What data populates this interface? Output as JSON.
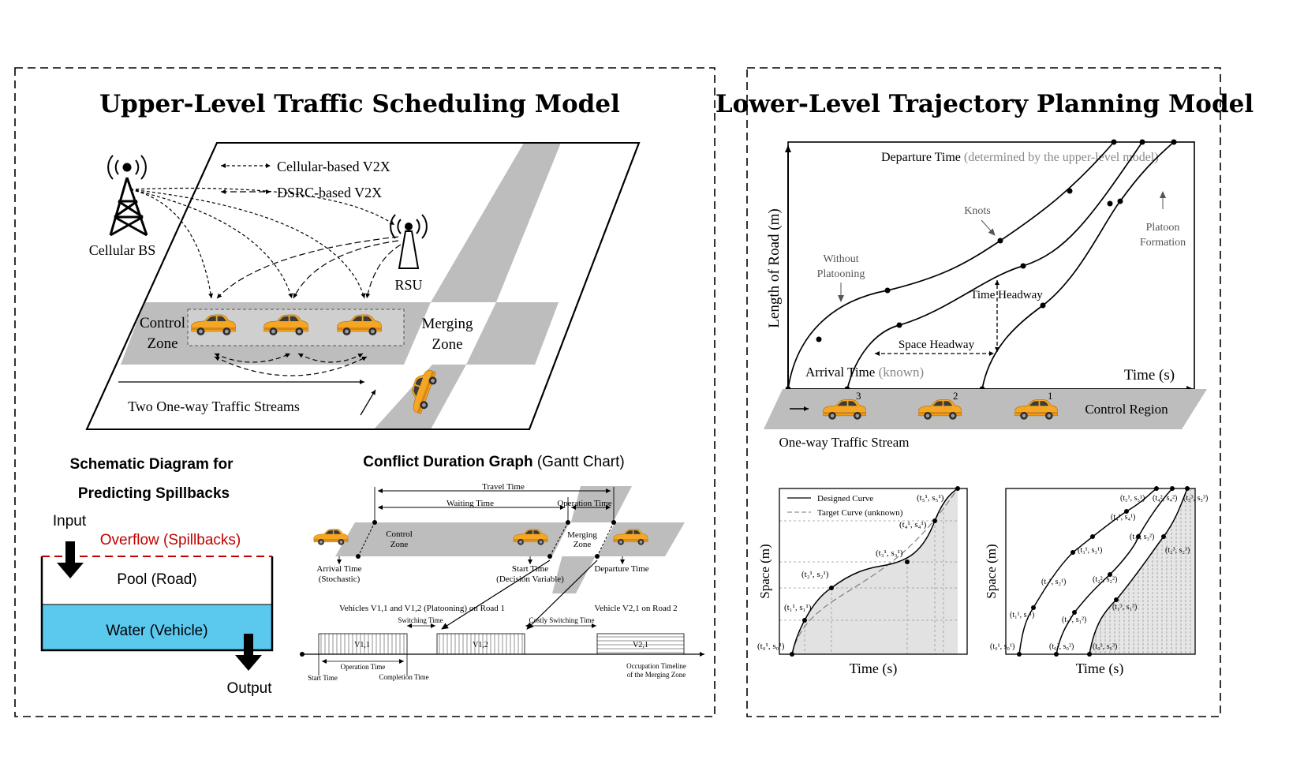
{
  "colors": {
    "road_gray": "#b9b9b9",
    "car_body": "#f5a623",
    "car_dark": "#3a3a3a",
    "water": "#5bc8ee",
    "overflow": "#c00000",
    "curve_fill": "#e2e2e2"
  },
  "upper": {
    "title": "Upper-Level Traffic Scheduling Model",
    "legend_cellular": "Cellular-based V2X",
    "legend_dsrc": "DSRC-based V2X",
    "cellular_bs": "Cellular BS",
    "rsu": "RSU",
    "control_zone_line1": "Control",
    "control_zone_line2": "Zone",
    "merging_zone_line1": "Merging",
    "merging_zone_line2": "Zone",
    "traffic_streams": "Two One-way Traffic Streams",
    "icons": [
      "cell-tower-icon",
      "rsu-antenna-icon",
      "car-icon"
    ]
  },
  "spillback": {
    "title_line1": "Schematic Diagram for",
    "title_line2": "Predicting Spillbacks",
    "input": "Input",
    "overflow": "Overflow (Spillbacks)",
    "pool": "Pool (Road)",
    "water": "Water (Vehicle)",
    "output": "Output"
  },
  "gantt": {
    "title_bold": "Conflict Duration Graph",
    "title_rest": " (Gantt Chart)",
    "travel_time": "Travel Time",
    "waiting_time": "Waiting Time",
    "operation_time_top": "Operation Time",
    "control_zone_line1": "Control",
    "control_zone_line2": "Zone",
    "merging_zone_line1": "Merging",
    "merging_zone_line2": "Zone",
    "arrival_line1": "Arrival Time",
    "arrival_line2": "(Stochastic)",
    "start_line1": "Start Time",
    "start_line2": "(Decision Variable)",
    "departure": "Departure Time",
    "vehicles_road1": "Vehicles V1,1 and V1,2 (Platooning) on Road 1",
    "vehicle_road2": "Vehicle V2,1 on Road 2",
    "switching_time": "Switching Time",
    "costly_switching": "Costly Switching Time",
    "block_v11": "V1,1",
    "block_v12": "V1,2",
    "block_v21": "V2,1",
    "operation_time_bottom": "Operation Time",
    "start_time": "Start Time",
    "completion_time": "Completion Time",
    "timeline_line1": "Occupation Timeline",
    "timeline_line2": "of the Merging Zone"
  },
  "lower": {
    "title": "Lower-Level Trajectory Planning Model",
    "y_axis": "Length of Road (m)",
    "x_axis": "Time (s)",
    "departure_main": "Departure Time",
    "departure_note": " (determined by the upper-level model)",
    "knots": "Knots",
    "without_line1": "Without",
    "without_line2": "Platooning",
    "platoon_line1": "Platoon",
    "platoon_line2": "Formation",
    "time_headway": "Time Headway",
    "space_headway": "Space Headway",
    "arrival_main": "Arrival Time",
    "arrival_note": " (known)",
    "control_region": "Control Region",
    "traffic_stream": "One-way Traffic Stream",
    "car_labels": [
      "3",
      "2",
      "1"
    ]
  },
  "plot_left": {
    "legend_designed": "Designed Curve",
    "legend_target": "Target Curve (unknown)",
    "y_axis": "Space (m)",
    "x_axis": "Time (s)",
    "knots": [
      "(t₀¹, s₀¹)",
      "(t₁¹, s₁¹)",
      "(t₂¹, s₂¹)",
      "(t₃¹, s₃¹)",
      "(t₄¹, s₄¹)",
      "(t₅¹, s₅¹)"
    ]
  },
  "plot_right": {
    "y_axis": "Space (m)",
    "x_axis": "Time (s)",
    "knots_v1": [
      "(t₀¹, s₀¹)",
      "(t₁¹, s₁¹)",
      "(t₂¹, s₂¹)",
      "(t₃¹, s₃¹)",
      "(t₄¹, s₄¹)",
      "(t₅¹, s₅¹)"
    ],
    "knots_v2": [
      "(t₀², s₀²)",
      "(t₁², s₁²)",
      "(t₂², s₂²)",
      "(t₃², s₃²)",
      "(t₄², s₄²)"
    ],
    "knots_v3": [
      "(t₀³, s₀³)",
      "(t₁³, s₁³)",
      "(t₂³, s₂³)",
      "(t₅³, s₅³)"
    ]
  }
}
